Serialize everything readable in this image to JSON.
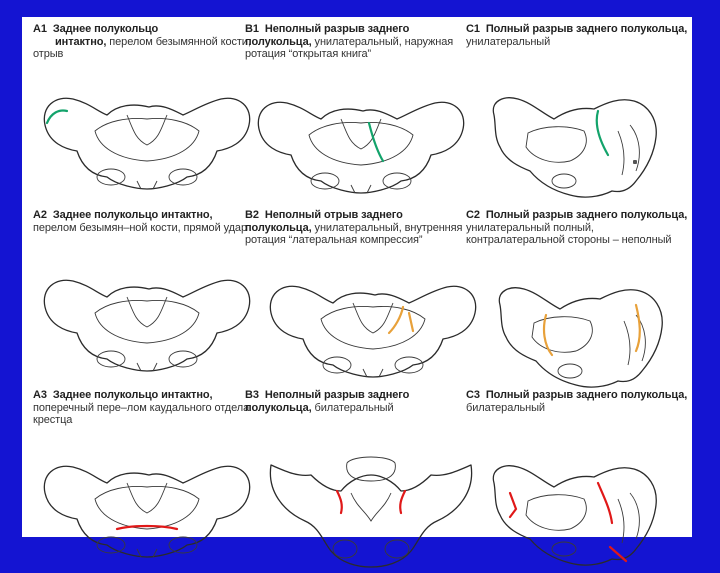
{
  "colors": {
    "background": "#1414d2",
    "sheet": "#ffffff",
    "fracture_green": "#13a36b",
    "fracture_orange": "#e8a13a",
    "fracture_red": "#e01818"
  },
  "cells": [
    {
      "code": "A1",
      "title": "Заднее полукольцо",
      "title2": "интактно,",
      "rest": "перелом безымянной кости, отрыв",
      "fracture_color": "#13a36b",
      "view": "inlet"
    },
    {
      "code": "B1",
      "title": "Неполный разрыв заднего полукольца,",
      "rest": "унилатеральный, наружная ротация “открытая книга”",
      "fracture_color": "#13a36b",
      "view": "inlet"
    },
    {
      "code": "C1",
      "title": "Полный разрыв заднего полукольца,",
      "rest": "унилатеральный",
      "fracture_color": "#13a36b",
      "view": "oblique"
    },
    {
      "code": "A2",
      "title": "Заднее полукольцо интактно,",
      "rest": "перелом безымян–ной кости, прямой удар",
      "fracture_color": "#13a36b",
      "view": "inlet"
    },
    {
      "code": "B2",
      "title": "Неполный отрыв заднего полукольца,",
      "rest": "унилатеральный, внутренняя ротация “латеральная компрессия”",
      "fracture_color": "#e8a13a",
      "view": "inlet"
    },
    {
      "code": "C2",
      "title": "Полный разрыв заднего полукольца,",
      "rest": "унилатеральный полный, контралатеральной стороны – неполный",
      "fracture_color": "#e8a13a",
      "view": "oblique"
    },
    {
      "code": "A3",
      "title": "Заднее полукольцо интактно,",
      "rest": "поперечный пере–лом каудального отдела крестца",
      "fracture_color": "#e01818",
      "view": "inlet"
    },
    {
      "code": "B3",
      "title": "Неполный разрыв заднего полукольца,",
      "rest": "билатеральный",
      "fracture_color": "#e01818",
      "view": "front"
    },
    {
      "code": "C3",
      "title": "Полный разрыв заднего полукольца,",
      "rest": "билатеральный",
      "fracture_color": "#e01818",
      "view": "oblique"
    }
  ]
}
